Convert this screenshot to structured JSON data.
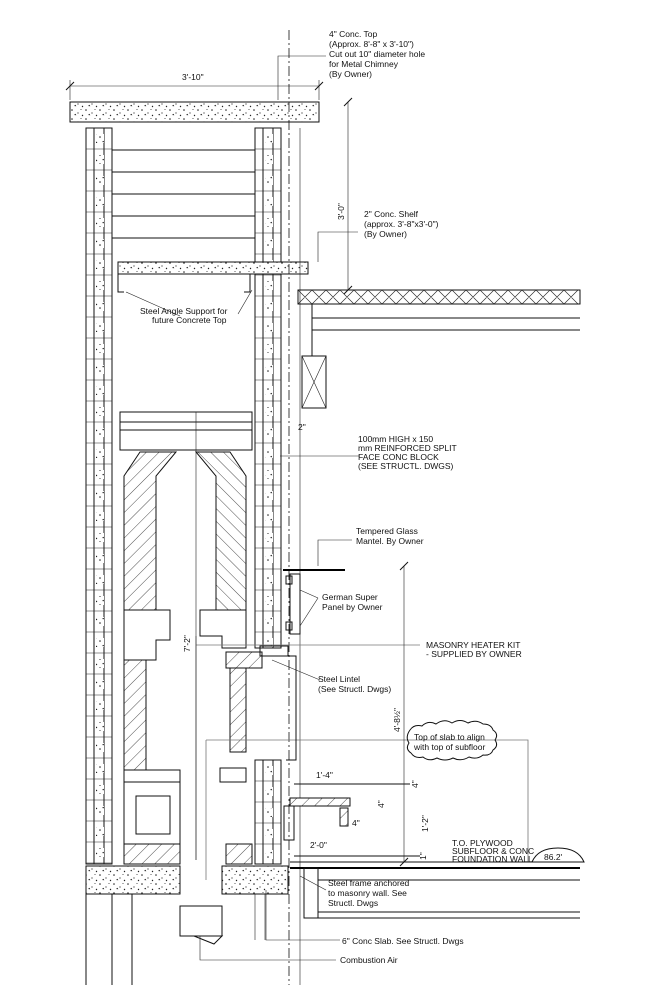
{
  "labels": {
    "conc_top": [
      "4\" Conc. Top",
      "(Approx. 8'-8\" x 3'-10\")",
      "Cut out 10\" diameter hole",
      "for Metal Chimney",
      "(By Owner)"
    ],
    "dim_top_width": "3'-10\"",
    "dim_upper_height": "3'-0\"",
    "conc_shelf": [
      "2\" Conc. Shelf",
      "(approx. 3'-8\"x3'-0\")",
      "(By Owner)"
    ],
    "steel_angle": [
      "Steel Angle Support for",
      "future Concrete Top"
    ],
    "dim_gap": "2\"",
    "block": [
      "100mm HIGH x 150",
      "mm REINFORCED SPLIT",
      "FACE CONC BLOCK",
      "(SEE STRUCTL. DWGS)"
    ],
    "glass_mantel": [
      "Tempered Glass",
      "Mantel. By Owner"
    ],
    "german_panel": [
      "German Super",
      "Panel by Owner"
    ],
    "dim_heater_height": "7'-2\"",
    "heater_kit": [
      "MASONRY HEATER KIT",
      "- SUPPLIED BY OWNER"
    ],
    "steel_lintel": [
      "Steel Lintel",
      "(See Structl. Dwgs)"
    ],
    "dim_mantel_height": "4'-8½\"",
    "slab_note": [
      "Top of slab to align",
      "with top of subfloor"
    ],
    "dim_1_4": "1'-4\"",
    "dim_4a": "4\"",
    "dim_4b": "4\"",
    "dim_4c": "4\"",
    "dim_1_2": "1'-2\"",
    "dim_2_0": "2'-0\"",
    "dim_1": "1\"",
    "tio_note": [
      "T.O. PLYWOOD",
      "SUBFLOOR & CONC",
      "FOUNDATION WALL"
    ],
    "elevation": "86.2'",
    "steel_frame": [
      "Steel frame anchored",
      "to masonry wall. See",
      "Structl. Dwgs"
    ],
    "conc_slab": "6\" Conc Slab. See Structl. Dwgs",
    "combustion_air": "Combustion Air"
  }
}
